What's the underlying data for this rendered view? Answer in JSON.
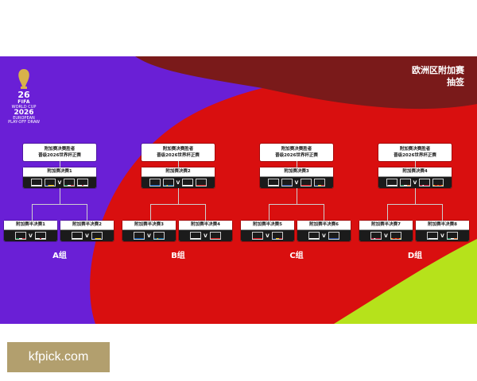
{
  "title": {
    "line1": "欧洲区附加赛",
    "line2": "抽签"
  },
  "logo": {
    "fifa": "FIFA",
    "world_cup": "WORLD CUP",
    "year": "2026",
    "european": "EUROPEAN",
    "playoff": "PLAY-OFF DRAW"
  },
  "colors": {
    "purple": "#6a1fd6",
    "red": "#d90f0f",
    "maroon": "#7a1a1a",
    "lime": "#b6e21b"
  },
  "groups": [
    {
      "winner_line1": "附加赛决赛胜者",
      "winner_line2": "晋级2026世界杯正赛",
      "final_label": "附加赛决赛1",
      "final_flags": [
        "wales-flag",
        "bosnia-flag",
        "italy-flag",
        "england-flag"
      ],
      "semis": [
        {
          "label": "附加赛半决赛1",
          "flags": [
            "italy-flag",
            "england-flag"
          ]
        },
        {
          "label": "附加赛半决赛2",
          "flags": [
            "wales-flag",
            "bosnia-flag"
          ]
        }
      ],
      "group_label": "A组"
    },
    {
      "winner_line1": "附加赛决赛胜者",
      "winner_line2": "晋级2026世界杯正赛",
      "final_label": "附加赛决赛2",
      "final_flags": [
        "ukraine-flag",
        "sweden-flag",
        "poland-flag",
        "albania-flag"
      ],
      "semis": [
        {
          "label": "附加赛半决赛3",
          "flags": [
            "ukraine-flag",
            "sweden-flag"
          ]
        },
        {
          "label": "附加赛半决赛4",
          "flags": [
            "poland-flag",
            "albania-flag"
          ]
        }
      ],
      "group_label": "B组"
    },
    {
      "winner_line1": "附加赛决赛胜者",
      "winner_line2": "晋级2026世界杯正赛",
      "final_label": "附加赛决赛3",
      "final_flags": [
        "slovakia-flag",
        "kosovo-flag",
        "turkey-flag",
        "romania-flag"
      ],
      "semis": [
        {
          "label": "附加赛半决赛5",
          "flags": [
            "turkey-flag",
            "romania-flag"
          ]
        },
        {
          "label": "附加赛半决赛6",
          "flags": [
            "slovakia-flag",
            "kosovo-flag"
          ]
        }
      ],
      "group_label": "C组"
    },
    {
      "winner_line1": "附加赛决赛胜者",
      "winner_line2": "晋级2026世界杯正赛",
      "final_label": "附加赛决赛4",
      "final_flags": [
        "czech-flag",
        "ireland-flag",
        "denmark-flag",
        "macedonia-flag"
      ],
      "semis": [
        {
          "label": "附加赛半决赛7",
          "flags": [
            "denmark-flag",
            "macedonia-flag"
          ]
        },
        {
          "label": "附加赛半决赛8",
          "flags": [
            "czech-flag",
            "ireland-flag"
          ]
        }
      ],
      "group_label": "D组"
    }
  ],
  "vs": "V",
  "watermark": "kfpick.com"
}
